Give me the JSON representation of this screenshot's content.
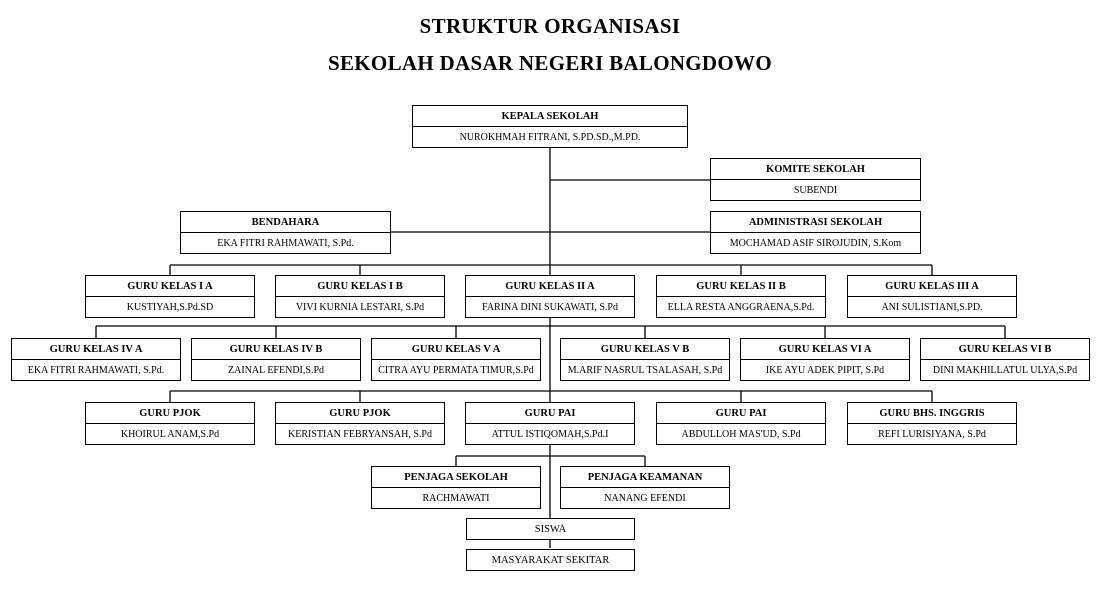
{
  "title": {
    "line1": "STRUKTUR ORGANISASI",
    "line2": "SEKOLAH DASAR NEGERI BALONGDOWO"
  },
  "nodes": {
    "kepala": {
      "role": "KEPALA SEKOLAH",
      "name": "NUROKHMAH FITRANI, S.PD.SD.,M.PD."
    },
    "komite": {
      "role": "KOMITE SEKOLAH",
      "name": "SUBENDI"
    },
    "bendahara": {
      "role": "BENDAHARA",
      "name": "EKA FITRI RAHMAWATI, S.Pd."
    },
    "admin": {
      "role": "ADMINISTRASI SEKOLAH",
      "name": "MOCHAMAD ASIF SIROJUDIN, S.Kom"
    },
    "k1a": {
      "role": "GURU KELAS I A",
      "name": "KUSTIYAH,S.Pd.SD"
    },
    "k1b": {
      "role": "GURU KELAS I B",
      "name": "VIVI KURNIA LESTARI, S.Pd"
    },
    "k2a": {
      "role": "GURU KELAS II A",
      "name": "FARINA DINI SUKAWATI, S.Pd"
    },
    "k2b": {
      "role": "GURU KELAS II B",
      "name": "ELLA RESTA ANGGRAENA,S.Pd."
    },
    "k3a": {
      "role": "GURU KELAS III A",
      "name": "ANI SULISTIANI,S.PD."
    },
    "k4a": {
      "role": "GURU KELAS IV A",
      "name": "EKA FITRI RAHMAWATI, S.Pd."
    },
    "k4b": {
      "role": "GURU KELAS IV B",
      "name": "ZAINAL EFENDI,S.Pd"
    },
    "k5a": {
      "role": "GURU KELAS V A",
      "name": "CITRA AYU PERMATA TIMUR,S.Pd"
    },
    "k5b": {
      "role": "GURU KELAS V B",
      "name": "M.ARIF NASRUL TSALASAH, S.Pd"
    },
    "k6a": {
      "role": "GURU KELAS VI A",
      "name": "IKE AYU ADEK PIPIT, S.Pd"
    },
    "k6b": {
      "role": "GURU KELAS VI B",
      "name": "DINI MAKHILLATUL ULYA,S.Pd"
    },
    "pjok1": {
      "role": "GURU PJOK",
      "name": "KHOIRUL ANAM,S.Pd"
    },
    "pjok2": {
      "role": "GURU PJOK",
      "name": "KERISTIAN FEBRYANSAH, S.Pd"
    },
    "pai1": {
      "role": "GURU PAI",
      "name": "ATTUL ISTIQOMAH,S.Pd.I"
    },
    "pai2": {
      "role": "GURU PAI",
      "name": "ABDULLOH MAS'UD, S.Pd"
    },
    "bing": {
      "role": "GURU BHS. INGGRIS",
      "name": "REFI LURISIYANA, S.Pd"
    },
    "penjaga": {
      "role": "PENJAGA SEKOLAH",
      "name": "RACHMAWATI"
    },
    "keamanan": {
      "role": "PENJAGA KEAMANAN",
      "name": "NANANG EFENDI"
    },
    "siswa": {
      "label": "SISWA"
    },
    "masyarakat": {
      "label": "MASYARAKAT SEKITAR"
    }
  }
}
